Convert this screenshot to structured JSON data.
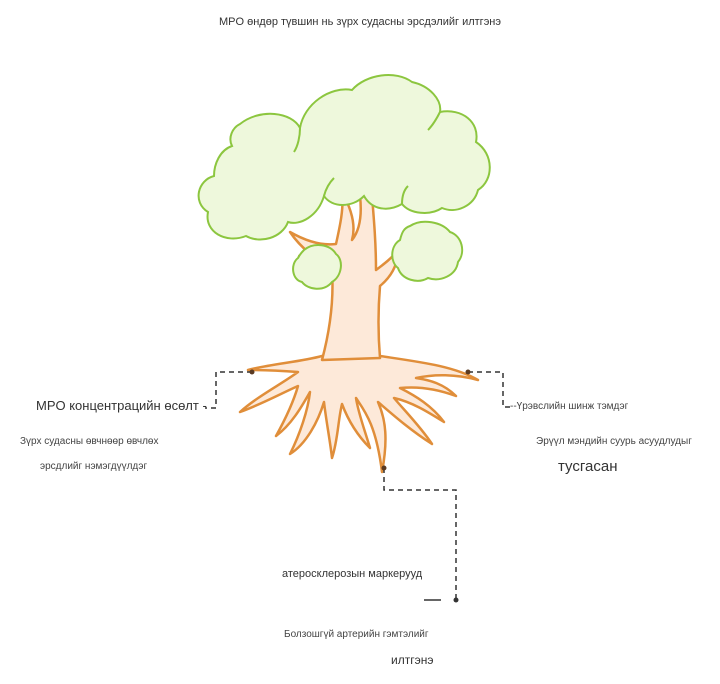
{
  "title": "MPO өндөр түвшин нь зүрх судасны эрсдэлийг илтгэнэ",
  "left_label": {
    "main": "MPO концентрацийн өсөлт -",
    "line1": "Зүрх судасны өвчнөөр өвчлөх",
    "line2": "эрсдлийг нэмэгдүүлдэг"
  },
  "right_label": {
    "main": "--Үрэвслийн шинж тэмдэг",
    "line1": "Эрүүл мэндийн суурь асуудлудыг",
    "line2": "тусгасан"
  },
  "bottom_label": {
    "main": "атеросклерозын маркерууд",
    "line1": "Болзошгүй артерийн гэмтэлийг",
    "line2": "илтгэнэ"
  },
  "colors": {
    "canopy_fill": "#eef8dc",
    "canopy_stroke": "#8cc63f",
    "trunk_fill": "#fde9d9",
    "trunk_stroke": "#e08e3a",
    "leader_line": "#333333"
  }
}
